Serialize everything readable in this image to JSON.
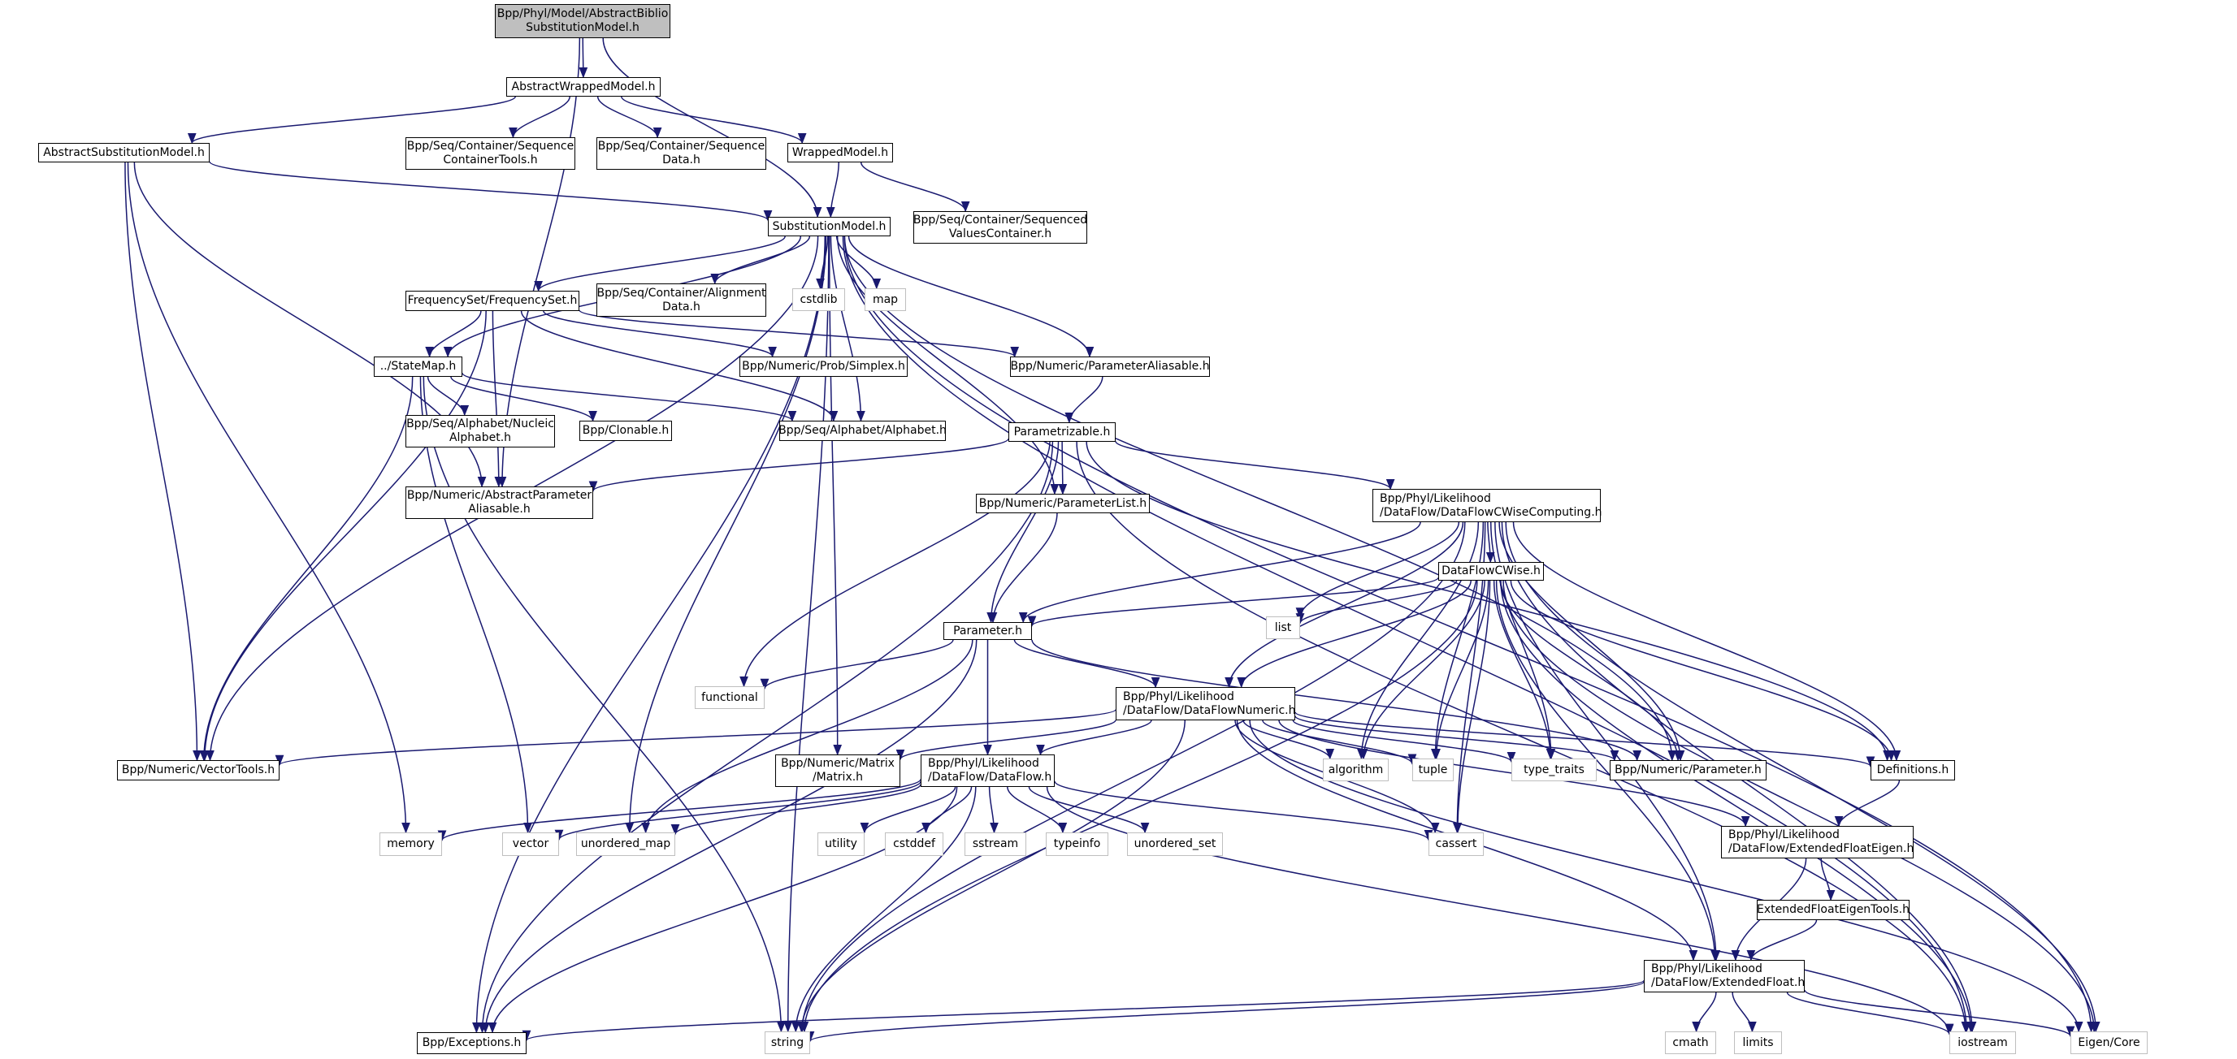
{
  "title": "Include dependency graph for AbstractBiblioSubstitutionModel.h",
  "colors": {
    "edge": "#191970",
    "root_fill": "#bfbfbf",
    "project_border": "#000000",
    "system_border": "#bfbfbf"
  },
  "nodes": [
    {
      "id": "root",
      "label": "Bpp/Phyl/Model/AbstractBiblio\nSubstitutionModel.h",
      "kind": "root"
    },
    {
      "id": "awm",
      "label": "AbstractWrappedModel.h",
      "kind": "proj"
    },
    {
      "id": "asm",
      "label": "AbstractSubstitutionModel.h",
      "kind": "proj"
    },
    {
      "id": "sct",
      "label": "Bpp/Seq/Container/Sequence\nContainerTools.h",
      "kind": "proj"
    },
    {
      "id": "sd",
      "label": "Bpp/Seq/Container/Sequence\nData.h",
      "kind": "proj"
    },
    {
      "id": "wm",
      "label": "WrappedModel.h",
      "kind": "proj"
    },
    {
      "id": "sm",
      "label": "SubstitutionModel.h",
      "kind": "proj"
    },
    {
      "id": "svc",
      "label": "Bpp/Seq/Container/Sequenced\nValuesContainer.h",
      "kind": "proj"
    },
    {
      "id": "fs",
      "label": "FrequencySet/FrequencySet.h",
      "kind": "proj"
    },
    {
      "id": "ad",
      "label": "Bpp/Seq/Container/Alignment\nData.h",
      "kind": "proj"
    },
    {
      "id": "cstdlib",
      "label": "cstdlib",
      "kind": "sys"
    },
    {
      "id": "map",
      "label": "map",
      "kind": "sys"
    },
    {
      "id": "stm",
      "label": "../StateMap.h",
      "kind": "proj"
    },
    {
      "id": "simplex",
      "label": "Bpp/Numeric/Prob/Simplex.h",
      "kind": "proj"
    },
    {
      "id": "pal",
      "label": "Bpp/Numeric/ParameterAliasable.h",
      "kind": "proj"
    },
    {
      "id": "nuc",
      "label": "Bpp/Seq/Alphabet/Nucleic\nAlphabet.h",
      "kind": "proj"
    },
    {
      "id": "clon",
      "label": "Bpp/Clonable.h",
      "kind": "proj"
    },
    {
      "id": "alpha",
      "label": "Bpp/Seq/Alphabet/Alphabet.h",
      "kind": "proj"
    },
    {
      "id": "ptz",
      "label": "Parametrizable.h",
      "kind": "proj"
    },
    {
      "id": "apa",
      "label": "Bpp/Numeric/AbstractParameter\nAliasable.h",
      "kind": "proj"
    },
    {
      "id": "plist",
      "label": "Bpp/Numeric/ParameterList.h",
      "kind": "proj"
    },
    {
      "id": "dfcwc",
      "label": "Bpp/Phyl/Likelihood\n/DataFlow/DataFlowCWiseComputing.h",
      "kind": "proj",
      "align": "left"
    },
    {
      "id": "dfcw",
      "label": "DataFlowCWise.h",
      "kind": "proj"
    },
    {
      "id": "list",
      "label": "list",
      "kind": "sys"
    },
    {
      "id": "param",
      "label": "Parameter.h",
      "kind": "proj"
    },
    {
      "id": "functional",
      "label": "functional",
      "kind": "sys"
    },
    {
      "id": "dfn",
      "label": "Bpp/Phyl/Likelihood\n/DataFlow/DataFlowNumeric.h",
      "kind": "proj",
      "align": "left"
    },
    {
      "id": "vt",
      "label": "Bpp/Numeric/VectorTools.h",
      "kind": "proj"
    },
    {
      "id": "matrix",
      "label": "Bpp/Numeric/Matrix\n/Matrix.h",
      "kind": "proj"
    },
    {
      "id": "df",
      "label": "Bpp/Phyl/Likelihood\n/DataFlow/DataFlow.h",
      "kind": "proj",
      "align": "left"
    },
    {
      "id": "algorithm",
      "label": "algorithm",
      "kind": "sys"
    },
    {
      "id": "tuple",
      "label": "tuple",
      "kind": "sys"
    },
    {
      "id": "type_traits",
      "label": "type_traits",
      "kind": "sys"
    },
    {
      "id": "nparam",
      "label": "Bpp/Numeric/Parameter.h",
      "kind": "proj"
    },
    {
      "id": "defs",
      "label": "Definitions.h",
      "kind": "proj"
    },
    {
      "id": "memory",
      "label": "memory",
      "kind": "sys"
    },
    {
      "id": "vector",
      "label": "vector",
      "kind": "sys"
    },
    {
      "id": "umap",
      "label": "unordered_map",
      "kind": "sys"
    },
    {
      "id": "utility",
      "label": "utility",
      "kind": "sys"
    },
    {
      "id": "cstddef",
      "label": "cstddef",
      "kind": "sys"
    },
    {
      "id": "sstream",
      "label": "sstream",
      "kind": "sys"
    },
    {
      "id": "typeinfo",
      "label": "typeinfo",
      "kind": "sys"
    },
    {
      "id": "uset",
      "label": "unordered_set",
      "kind": "sys"
    },
    {
      "id": "cassert",
      "label": "cassert",
      "kind": "sys"
    },
    {
      "id": "efe",
      "label": "Bpp/Phyl/Likelihood\n/DataFlow/ExtendedFloatEigen.h",
      "kind": "proj",
      "align": "left"
    },
    {
      "id": "efet",
      "label": "ExtendedFloatEigenTools.h",
      "kind": "proj"
    },
    {
      "id": "ef",
      "label": "Bpp/Phyl/Likelihood\n/DataFlow/ExtendedFloat.h",
      "kind": "proj",
      "align": "left"
    },
    {
      "id": "exc",
      "label": "Bpp/Exceptions.h",
      "kind": "proj"
    },
    {
      "id": "string",
      "label": "string",
      "kind": "sys"
    },
    {
      "id": "cmath",
      "label": "cmath",
      "kind": "sys"
    },
    {
      "id": "limits",
      "label": "limits",
      "kind": "sys"
    },
    {
      "id": "iostream",
      "label": "iostream",
      "kind": "sys"
    },
    {
      "id": "eigen",
      "label": "Eigen/Core",
      "kind": "sys"
    }
  ],
  "edges": [
    [
      "root",
      "awm"
    ],
    [
      "root",
      "sm"
    ],
    [
      "root",
      "apa"
    ],
    [
      "awm",
      "asm"
    ],
    [
      "awm",
      "sct"
    ],
    [
      "awm",
      "sd"
    ],
    [
      "awm",
      "wm"
    ],
    [
      "asm",
      "sm"
    ],
    [
      "asm",
      "vt"
    ],
    [
      "asm",
      "apa"
    ],
    [
      "asm",
      "memory"
    ],
    [
      "wm",
      "sm"
    ],
    [
      "wm",
      "svc"
    ],
    [
      "sm",
      "fs"
    ],
    [
      "sm",
      "ad"
    ],
    [
      "sm",
      "cstdlib"
    ],
    [
      "sm",
      "map"
    ],
    [
      "sm",
      "stm"
    ],
    [
      "sm",
      "alpha"
    ],
    [
      "sm",
      "pal"
    ],
    [
      "sm",
      "plist"
    ],
    [
      "sm",
      "vt"
    ],
    [
      "sm",
      "exc"
    ],
    [
      "sm",
      "string"
    ],
    [
      "sm",
      "umap"
    ],
    [
      "sm",
      "matrix"
    ],
    [
      "sm",
      "nparam"
    ],
    [
      "sm",
      "iostream"
    ],
    [
      "sm",
      "eigen"
    ],
    [
      "fs",
      "stm"
    ],
    [
      "fs",
      "simplex"
    ],
    [
      "fs",
      "pal"
    ],
    [
      "fs",
      "alpha"
    ],
    [
      "fs",
      "apa"
    ],
    [
      "fs",
      "vt"
    ],
    [
      "stm",
      "nuc"
    ],
    [
      "stm",
      "clon"
    ],
    [
      "stm",
      "alpha"
    ],
    [
      "stm",
      "vt"
    ],
    [
      "stm",
      "vector"
    ],
    [
      "stm",
      "string"
    ],
    [
      "pal",
      "ptz"
    ],
    [
      "ptz",
      "apa"
    ],
    [
      "ptz",
      "plist"
    ],
    [
      "ptz",
      "param"
    ],
    [
      "ptz",
      "dfcwc"
    ],
    [
      "ptz",
      "functional"
    ],
    [
      "ptz",
      "exc"
    ],
    [
      "ptz",
      "defs"
    ],
    [
      "ptz",
      "iostream"
    ],
    [
      "plist",
      "param"
    ],
    [
      "dfcwc",
      "dfcw"
    ],
    [
      "dfcwc",
      "param"
    ],
    [
      "dfcwc",
      "dfn"
    ],
    [
      "dfcwc",
      "list"
    ],
    [
      "dfcwc",
      "algorithm"
    ],
    [
      "dfcwc",
      "tuple"
    ],
    [
      "dfcwc",
      "type_traits"
    ],
    [
      "dfcwc",
      "nparam"
    ],
    [
      "dfcwc",
      "defs"
    ],
    [
      "dfcwc",
      "cassert"
    ],
    [
      "dfcwc",
      "ef"
    ],
    [
      "dfcwc",
      "iostream"
    ],
    [
      "dfcwc",
      "eigen"
    ],
    [
      "dfcwc",
      "string"
    ],
    [
      "dfcw",
      "param"
    ],
    [
      "dfcw",
      "list"
    ],
    [
      "dfcw",
      "dfn"
    ],
    [
      "dfcw",
      "algorithm"
    ],
    [
      "dfcw",
      "tuple"
    ],
    [
      "dfcw",
      "type_traits"
    ],
    [
      "dfcw",
      "nparam"
    ],
    [
      "dfcw",
      "defs"
    ],
    [
      "dfcw",
      "cassert"
    ],
    [
      "dfcw",
      "ef"
    ],
    [
      "dfcw",
      "iostream"
    ],
    [
      "dfcw",
      "eigen"
    ],
    [
      "dfcw",
      "string"
    ],
    [
      "param",
      "functional"
    ],
    [
      "param",
      "dfn"
    ],
    [
      "param",
      "df"
    ],
    [
      "param",
      "exc"
    ],
    [
      "param",
      "umap"
    ],
    [
      "param",
      "nparam"
    ],
    [
      "dfn",
      "vt"
    ],
    [
      "dfn",
      "matrix"
    ],
    [
      "dfn",
      "df"
    ],
    [
      "dfn",
      "algorithm"
    ],
    [
      "dfn",
      "tuple"
    ],
    [
      "dfn",
      "type_traits"
    ],
    [
      "dfn",
      "nparam"
    ],
    [
      "dfn",
      "defs"
    ],
    [
      "dfn",
      "cassert"
    ],
    [
      "dfn",
      "efe"
    ],
    [
      "dfn",
      "ef"
    ],
    [
      "dfn",
      "eigen"
    ],
    [
      "dfn",
      "string"
    ],
    [
      "df",
      "memory"
    ],
    [
      "df",
      "vector"
    ],
    [
      "df",
      "umap"
    ],
    [
      "df",
      "utility"
    ],
    [
      "df",
      "cstddef"
    ],
    [
      "df",
      "sstream"
    ],
    [
      "df",
      "typeinfo"
    ],
    [
      "df",
      "uset"
    ],
    [
      "df",
      "cassert"
    ],
    [
      "df",
      "exc"
    ],
    [
      "df",
      "string"
    ],
    [
      "df",
      "iostream"
    ],
    [
      "defs",
      "efe"
    ],
    [
      "efe",
      "efet"
    ],
    [
      "efe",
      "ef"
    ],
    [
      "efet",
      "ef"
    ],
    [
      "ef",
      "cmath"
    ],
    [
      "ef",
      "limits"
    ],
    [
      "ef",
      "iostream"
    ],
    [
      "ef",
      "eigen"
    ],
    [
      "ef",
      "exc"
    ],
    [
      "ef",
      "string"
    ]
  ]
}
